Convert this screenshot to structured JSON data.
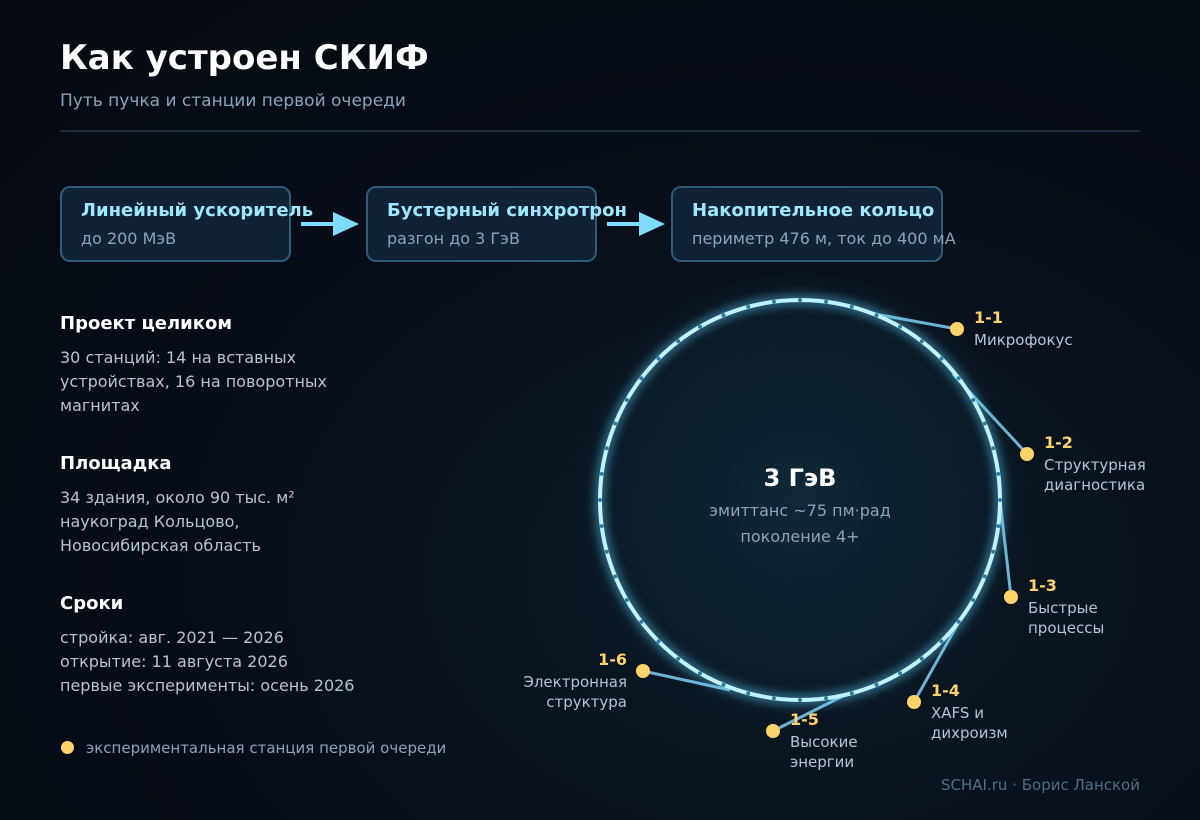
{
  "header": {
    "title": "Как устроен СКИФ",
    "subtitle": "Путь пучка и станции первой очереди"
  },
  "chain": [
    {
      "name": "Линейный ускоритель",
      "desc": "до 200 МэВ"
    },
    {
      "name": "Бустерный синхротрон",
      "desc": "разгон до 3 ГэВ"
    },
    {
      "name": "Накопительное кольцо",
      "desc": "периметр 476 м, ток до 400 мА"
    }
  ],
  "sections": [
    {
      "title": "Проект целиком",
      "lines": [
        "30 станций: 14 на вставных",
        "устройствах, 16 на поворотных",
        "магнитах"
      ]
    },
    {
      "title": "Площадка",
      "lines": [
        "34 здания, около 90 тыс. м²",
        "наукоград Кольцово,",
        "Новосибирская область"
      ]
    },
    {
      "title": "Сроки",
      "lines": [
        "стройка: авг. 2021 — 2026",
        "открытие: 11 августа 2026",
        "первые эксперименты: осень 2026"
      ]
    }
  ],
  "legend": {
    "text": "экспериментальная станция первой очереди"
  },
  "ring": {
    "title": "3 ГэВ",
    "line1": "эмиттанс ~75 пм·рад",
    "line2": "поколение 4+"
  },
  "stations": [
    {
      "id": "1-1",
      "name": [
        "Микрофокус"
      ]
    },
    {
      "id": "1-2",
      "name": [
        "Структурная",
        "диагностика"
      ]
    },
    {
      "id": "1-3",
      "name": [
        "Быстрые",
        "процессы"
      ]
    },
    {
      "id": "1-4",
      "name": [
        "XAFS и",
        "дихроизм"
      ]
    },
    {
      "id": "1-5",
      "name": [
        "Высокие",
        "энергии"
      ]
    },
    {
      "id": "1-6",
      "name": [
        "Электронная",
        "структура"
      ]
    }
  ],
  "credit": "SCHAI.ru · Борис Ланской",
  "colors": {
    "accent": "#9ee8ff",
    "station": "#ffd36b",
    "background": "#070d16",
    "ring": "#bff3ff",
    "beamline": "#6db3d3"
  }
}
